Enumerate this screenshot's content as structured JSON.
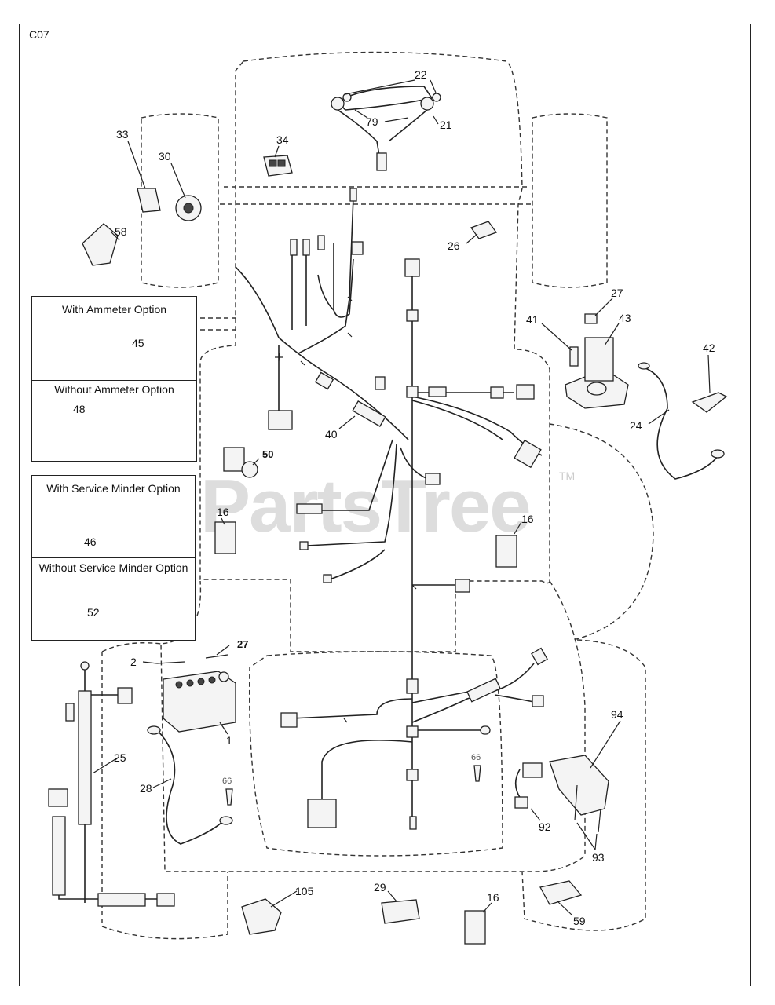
{
  "diagram_code": "C07",
  "watermark": "PartsTree",
  "watermark_mark": "TM",
  "option_boxes": {
    "with_ammeter": "With Ammeter Option",
    "without_ammeter": "Without Ammeter Option",
    "with_service_minder": "With Service Minder Option",
    "without_service_minder": "Without Service Minder Option"
  },
  "callouts": {
    "c1": "1",
    "c2": "2",
    "c16a": "16",
    "c16b": "16",
    "c16c": "16",
    "c21": "21",
    "c22": "22",
    "c24": "24",
    "c25": "25",
    "c26": "26",
    "c27a": "27",
    "c27b": "27",
    "c28": "28",
    "c29": "29",
    "c30": "30",
    "c33": "33",
    "c34": "34",
    "c40": "40",
    "c41": "41",
    "c42": "42",
    "c43": "43",
    "c45": "45",
    "c46": "46",
    "c48": "48",
    "c50": "50",
    "c52": "52",
    "c58": "58",
    "c59": "59",
    "c66a": "66",
    "c66b": "66",
    "c79": "79",
    "c92": "92",
    "c93": "93",
    "c94": "94",
    "c105": "105"
  }
}
